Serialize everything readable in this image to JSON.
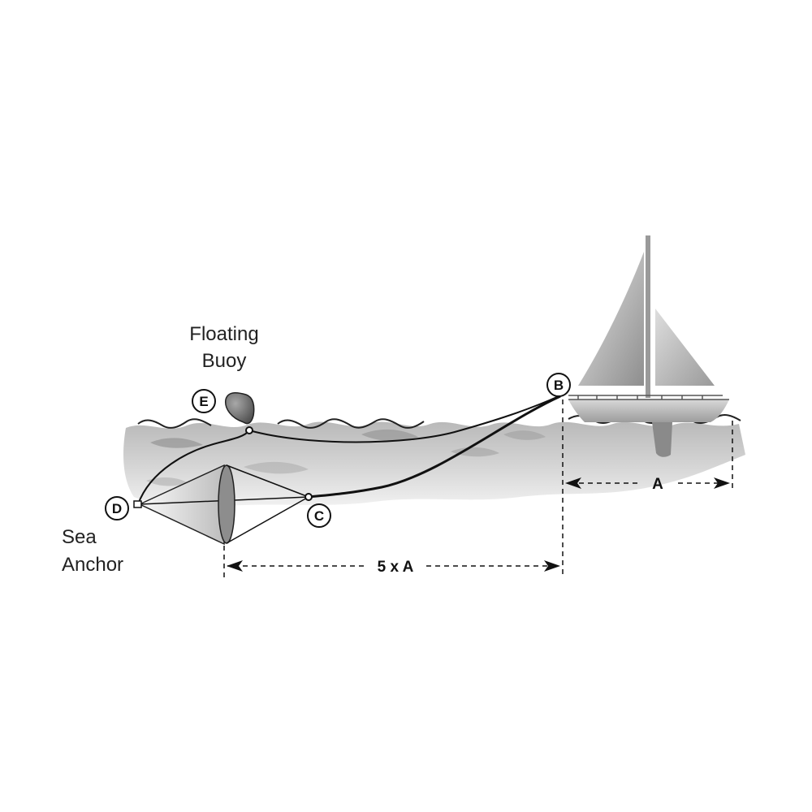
{
  "labels": {
    "buoy_line1": "Floating",
    "buoy_line2": "Buoy",
    "anchor_line1": "Sea",
    "anchor_line2": "Anchor"
  },
  "markers": {
    "b": "B",
    "c": "C",
    "d": "D",
    "e": "E"
  },
  "dimensions": {
    "boat_length": "A",
    "rode_length": "5 x A"
  }
}
